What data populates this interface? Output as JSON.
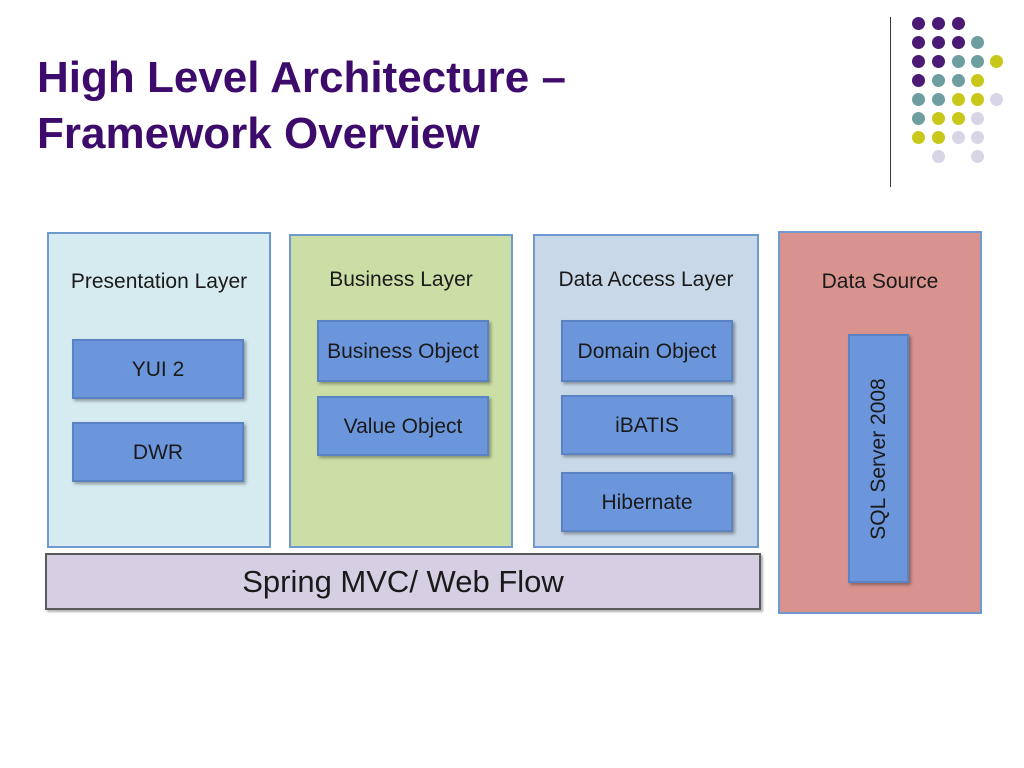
{
  "slide": {
    "title_line1": "High Level Architecture –",
    "title_line2": "Framework Overview"
  },
  "colors": {
    "title": "#3d0b6b",
    "dot_purple": "#4a1a74",
    "dot_teal": "#6f9ea0",
    "dot_yellow": "#c8c81a",
    "dot_lavender": "#d8d6e6",
    "presentation_bg": "#d5ebf0",
    "business_bg": "#cbdea6",
    "data_access_bg": "#c9d8e9",
    "data_source_bg": "#d9938f",
    "component_bg": "#6c96dc",
    "spring_bg": "#d6cfe3"
  },
  "diagram": {
    "presentation": {
      "title": "Presentation Layer",
      "items": [
        "YUI 2",
        "DWR"
      ]
    },
    "business": {
      "title": "Business Layer",
      "items": [
        "Business Object",
        "Value Object"
      ]
    },
    "data_access": {
      "title": "Data Access Layer",
      "items": [
        "Domain Object",
        "iBATIS",
        "Hibernate"
      ]
    },
    "data_source": {
      "title": "Data Source",
      "item": "SQL Server 2008"
    },
    "spring": "Spring MVC/ Web Flow"
  }
}
